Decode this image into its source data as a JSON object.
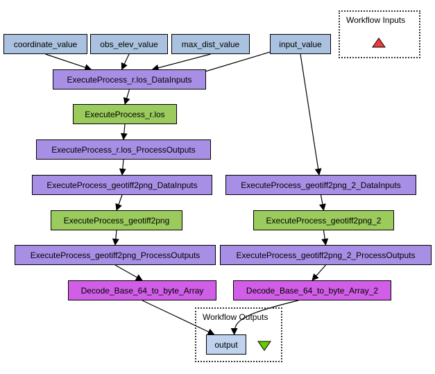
{
  "clusters": {
    "inputs": {
      "label": "Workflow Inputs",
      "icon": "red-up-triangle",
      "icon_color": "#ee3b3b"
    },
    "outputs": {
      "label": "Workflow Outputs",
      "icon": "green-down-triangle",
      "icon_color": "#66cc00"
    }
  },
  "nodes": {
    "coordinate_value": "coordinate_value",
    "obs_elev_value": "obs_elev_value",
    "max_dist_value": "max_dist_value",
    "input_value": "input_value",
    "rlos_datainputs": "ExecuteProcess_r.los_DataInputs",
    "rlos": "ExecuteProcess_r.los",
    "rlos_processoutputs": "ExecuteProcess_r.los_ProcessOutputs",
    "g2p_datainputs": "ExecuteProcess_geotiff2png_DataInputs",
    "g2p": "ExecuteProcess_geotiff2png",
    "g2p_processoutputs": "ExecuteProcess_geotiff2png_ProcessOutputs",
    "decode1": "Decode_Base_64_to_byte_Array",
    "g2p2_datainputs": "ExecuteProcess_geotiff2png_2_DataInputs",
    "g2p2": "ExecuteProcess_geotiff2png_2",
    "g2p2_processoutputs": "ExecuteProcess_geotiff2png_2_ProcessOutputs",
    "decode2": "Decode_Base_64_to_byte_Array_2",
    "output": "output"
  },
  "colors": {
    "input": "#aac2df",
    "data_io": "#a88fe6",
    "process": "#9bcb5c",
    "decode": "#d05ee6",
    "output": "#bfd3ee"
  },
  "edges": [
    [
      "coordinate_value",
      "rlos_datainputs"
    ],
    [
      "obs_elev_value",
      "rlos_datainputs"
    ],
    [
      "max_dist_value",
      "rlos_datainputs"
    ],
    [
      "input_value",
      "rlos_datainputs"
    ],
    [
      "input_value",
      "g2p2_datainputs"
    ],
    [
      "rlos_datainputs",
      "rlos"
    ],
    [
      "rlos",
      "rlos_processoutputs"
    ],
    [
      "rlos_processoutputs",
      "g2p_datainputs"
    ],
    [
      "g2p_datainputs",
      "g2p"
    ],
    [
      "g2p",
      "g2p_processoutputs"
    ],
    [
      "g2p_processoutputs",
      "decode1"
    ],
    [
      "decode1",
      "output"
    ],
    [
      "g2p2_datainputs",
      "g2p2"
    ],
    [
      "g2p2",
      "g2p2_processoutputs"
    ],
    [
      "g2p2_processoutputs",
      "decode2"
    ],
    [
      "decode2",
      "output"
    ]
  ]
}
